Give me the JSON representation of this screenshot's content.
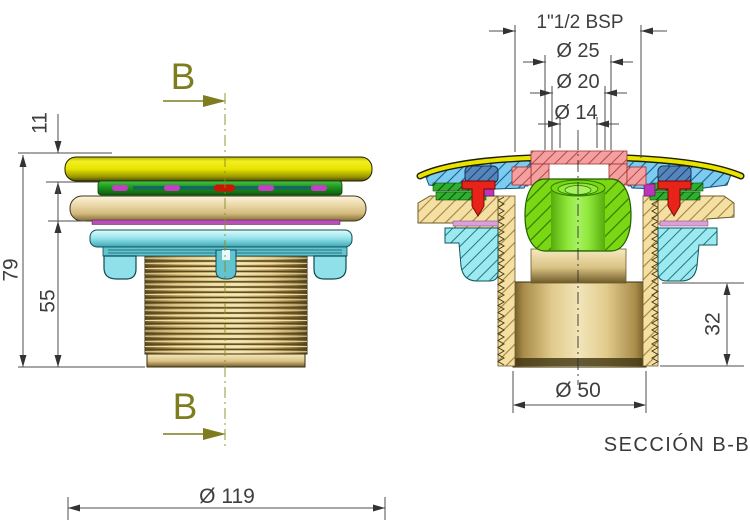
{
  "drawing": {
    "background": "#ffffff",
    "line_color": "#4d4d4d",
    "accent_olive": "#7d7d1f",
    "left_view": {
      "section_marker_top": "B",
      "section_marker_bottom": "B",
      "dim_cap_height": "11",
      "dim_total_height": "79",
      "dim_thread_length": "55",
      "dim_outer_diameter": "Ø 119"
    },
    "section_view": {
      "caption": "SECCIÓN B-B",
      "dim_thread_spec": "1\"1/2 BSP",
      "dim_d25": "Ø 25",
      "dim_d20": "Ø 20",
      "dim_d14": "Ø 14",
      "dim_lower_height": "32",
      "dim_d50": "Ø 50"
    },
    "palette": {
      "cap_yellow": "#e8e400",
      "cover_blue": "#7cccf2",
      "screw_head_blue": "#5585bb",
      "seal_green": "#2fae2f",
      "gasket_magenta": "#bb35bb",
      "screw_red": "#e8231a",
      "funnel_salmon": "#f5a0a0",
      "ball_green": "#7bd714",
      "body_tan": "#f4e0a2",
      "washer_purple": "#d9a0d9",
      "flange_cyan": "#9ce9ef"
    }
  }
}
